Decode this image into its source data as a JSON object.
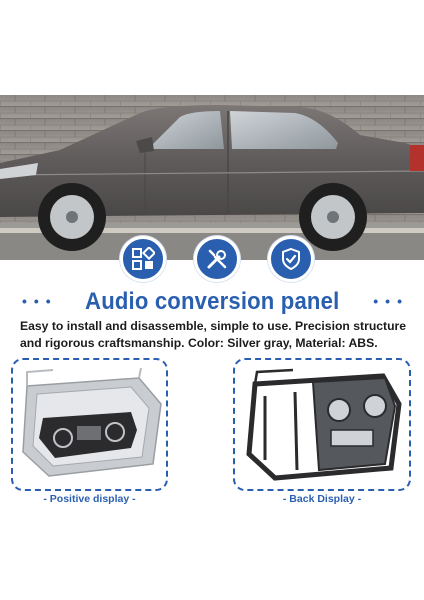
{
  "icons": [
    {
      "name": "dashboard-grid-icon"
    },
    {
      "name": "tools-icon"
    },
    {
      "name": "shield-check-icon"
    }
  ],
  "title": "Audio conversion panel",
  "description": "Easy to install and disassemble, simple to use. Precision structure and rigorous craftsmanship. Color: Silver gray, Material: ABS.",
  "captions": {
    "positive": "- Positive display -",
    "back": "- Back Display -"
  },
  "colors": {
    "accent": "#2a5fb0",
    "car": "#6b6668",
    "panel_silver": "#c9ccd0",
    "panel_black": "#2b2b2d"
  }
}
